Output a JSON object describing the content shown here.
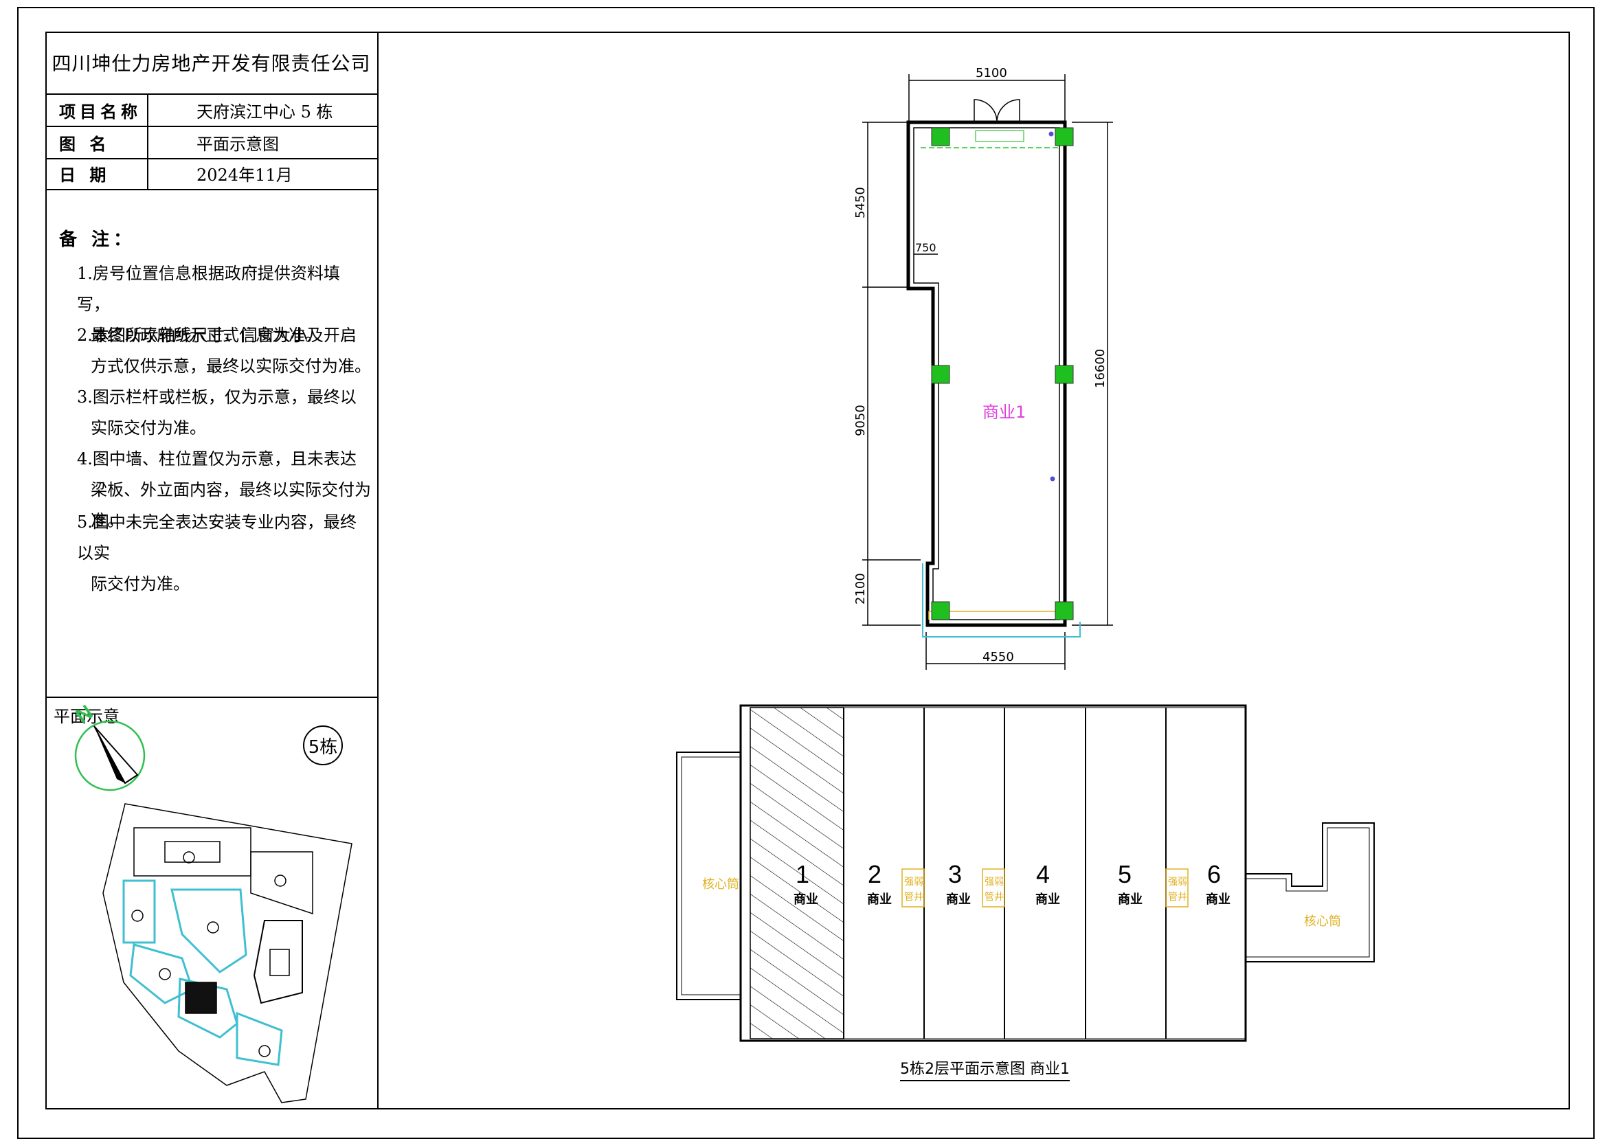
{
  "title_block": {
    "company": "四川坤仕力房地产开发有限责任公司",
    "rows": [
      {
        "key": "项目名称",
        "value": "天府滨江中心  5  栋"
      },
      {
        "key": "图   名",
        "value": "平面示意图"
      },
      {
        "key": "日   期",
        "value": "2024年11月"
      }
    ]
  },
  "notes": {
    "title": "备 注：",
    "items": [
      {
        "line1": "1.房号位置信息根据政府提供资料填写，",
        "line2": "最终以政府所示正式信息为准。"
      },
      {
        "line1": "2.本图所示轴线尺寸、门窗大小及开启",
        "line2": "方式仅供示意，最终以实际交付为准。"
      },
      {
        "line1": "3.图示栏杆或栏板，仅为示意，最终以",
        "line2": "实际交付为准。"
      },
      {
        "line1": "4.图中墙、柱位置仅为示意，且未表达",
        "line2": "梁板、外立面内容，最终以实际交付为准。"
      },
      {
        "line1": "5.图中未完全表达安装专业内容，最终以实",
        "line2": "际交付为准。"
      }
    ]
  },
  "site_plan": {
    "title": "平面示意",
    "north_label": "N",
    "building_tag": "5栋"
  },
  "unit_plan": {
    "dim_top": "5100",
    "dim_bottom": "4550",
    "dim_left_1": "5450",
    "dim_left_2": "9050",
    "dim_left_3": "2100",
    "dim_right": "16600",
    "dim_recess": "750",
    "room_label": "商业1"
  },
  "floor_plan": {
    "core_left": "核心筒",
    "core_right": "核心筒",
    "shaft_label_top": "强弱",
    "shaft_label_bottom": "管井",
    "units": [
      {
        "num": "1",
        "label": "商业"
      },
      {
        "num": "2",
        "label": "商业"
      },
      {
        "num": "3",
        "label": "商业"
      },
      {
        "num": "4",
        "label": "商业"
      },
      {
        "num": "5",
        "label": "商业"
      },
      {
        "num": "6",
        "label": "商业"
      }
    ],
    "caption": "5栋2层平面示意图  商业1"
  },
  "colors": {
    "column": "#1fbf1f",
    "wall": "#000000",
    "room_label": "#e040e0",
    "railing": "#3fbfd0",
    "shaft": "#e0b020"
  }
}
